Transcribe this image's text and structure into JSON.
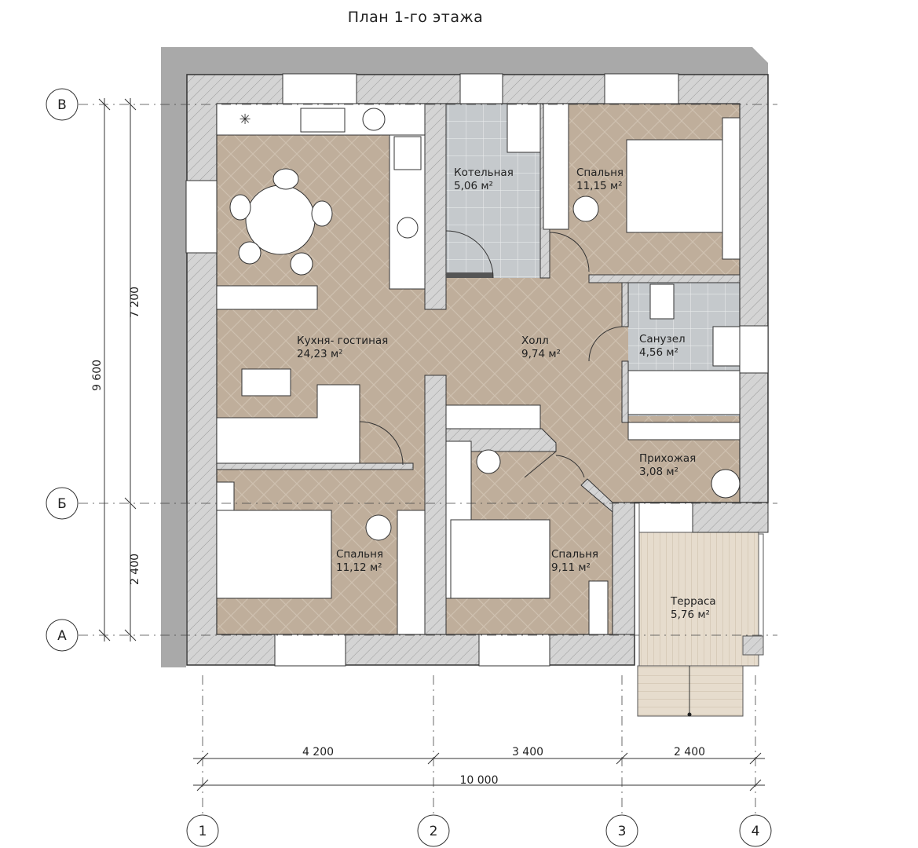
{
  "title": "План 1-го этажа",
  "rooms": {
    "kitchen": {
      "name": "Кухня- гостиная",
      "area": "24,23 м²"
    },
    "boiler": {
      "name": "Котельная",
      "area": "5,06 м²"
    },
    "bedroom_ne": {
      "name": "Спальня",
      "area": "11,15 м²"
    },
    "hall": {
      "name": "Холл",
      "area": "9,74 м²"
    },
    "bathroom": {
      "name": "Санузел",
      "area": "4,56 м²"
    },
    "entry": {
      "name": "Прихожая",
      "area": "3,08 м²"
    },
    "bedroom_sw": {
      "name": "Спальня",
      "area": "11,12 м²"
    },
    "bedroom_s": {
      "name": "Спальня",
      "area": "9,11 м²"
    },
    "terrace": {
      "name": "Терраса",
      "area": "5,76 м²"
    }
  },
  "dimensions": {
    "left_total": "9 600",
    "left_upper": "7 200",
    "left_lower": "2 400",
    "bottom_1": "4 200",
    "bottom_2": "3 400",
    "bottom_3": "2 400",
    "bottom_total": "10 000"
  },
  "axes": {
    "rows": [
      "В",
      "Б",
      "А"
    ],
    "cols": [
      "1",
      "2",
      "3",
      "4"
    ]
  },
  "colors": {
    "wall": "#d2d2d2",
    "shadow": "#a9a9a9",
    "floor": "#bfae9b",
    "tile": "#c9cdd0",
    "deck": "#e2d6c5",
    "furniture": "#ffffff",
    "line": "#333333"
  }
}
